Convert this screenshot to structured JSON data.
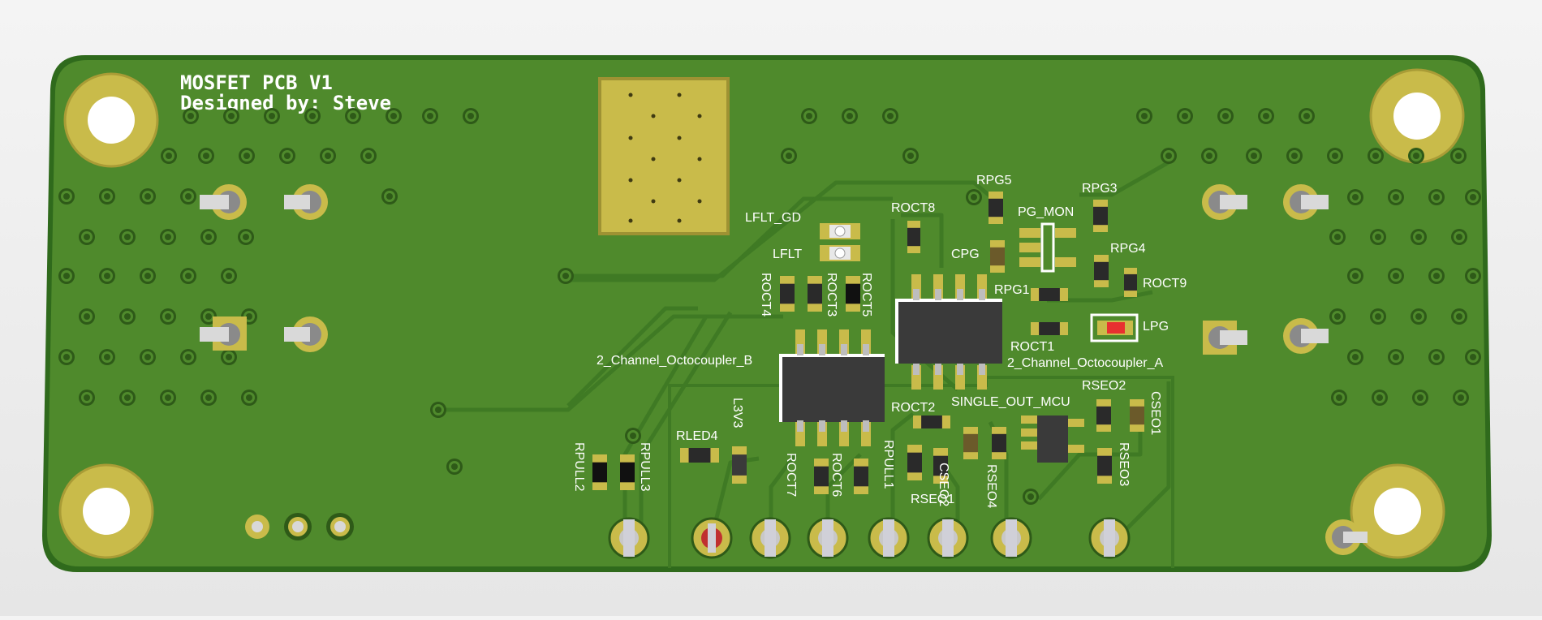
{
  "board": {
    "title_line1": "MOSFET PCB V1",
    "title_line2": "Designed by: Steve",
    "colors": {
      "solder_mask": "#4f8a2c",
      "copper_pad": "#c9bb4a",
      "trace": "#3f7a24",
      "silkscreen": "#ffffff",
      "ic_body": "#3a3a3a",
      "led_red": "#e83030"
    }
  },
  "designators": {
    "rpg5": "RPG5",
    "rpg3": "RPG3",
    "rpg4": "RPG4",
    "rpg1": "RPG1",
    "roct8": "ROCT8",
    "roct9": "ROCT9",
    "roct4": "ROCT4",
    "roct3": "ROCT3",
    "roct5": "ROCT5",
    "roct1": "ROCT1",
    "roct2": "ROCT2",
    "roct7": "ROCT7",
    "roct6": "ROCT6",
    "pg_mon": "PG_MON",
    "cpg": "CPG",
    "lflt_gd": "LFLT_GD",
    "lflt": "LFLT",
    "lpg": "LPG",
    "octo_a": "2_Channel_Octocoupler_A",
    "octo_b": "2_Channel_Octocoupler_B",
    "rseo2": "RSEO2",
    "cseo1": "CSEO1",
    "rseo3": "RSEO3",
    "rseo1": "RSEO1",
    "cseo2": "CSEO2",
    "rseo4": "RSEO4",
    "single_out": "SINGLE_OUT_MCU",
    "rpull1": "RPULL1",
    "rpull2": "RPULL2",
    "rpull3": "RPULL3",
    "rled4": "RLED4",
    "l3v3": "L3V3"
  }
}
